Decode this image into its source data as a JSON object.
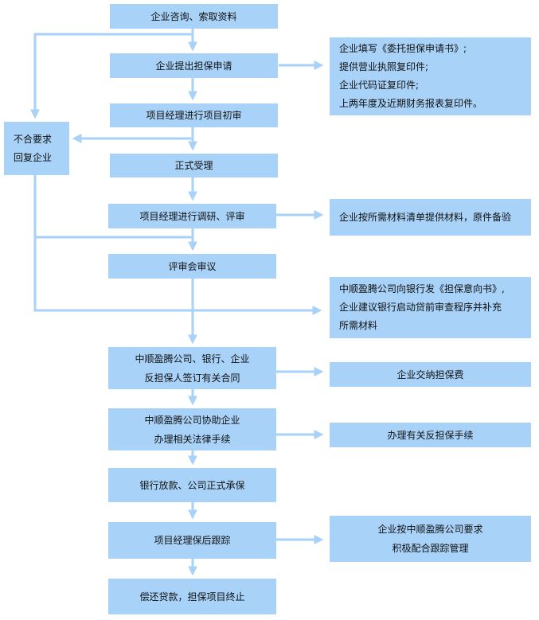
{
  "diagram": {
    "colors": {
      "box_fill": "#a8d2f8",
      "connector": "#a8d2f8",
      "text": "#111111"
    },
    "main_steps": [
      {
        "lines": [
          "企业咨询、索取资料"
        ]
      },
      {
        "lines": [
          "企业提出担保申请"
        ]
      },
      {
        "lines": [
          "项目经理进行项目初审"
        ]
      },
      {
        "lines": [
          "正式受理"
        ]
      },
      {
        "lines": [
          "项目经理进行调研、评审"
        ]
      },
      {
        "lines": [
          "评审会审议"
        ]
      },
      {
        "lines": [
          "中顺盈腾公司、银行、企业",
          "反担保人签订有关合同"
        ]
      },
      {
        "lines": [
          "中顺盈腾公司协助企业",
          "办理相关法律手续"
        ]
      },
      {
        "lines": [
          "银行放款、公司正式承保"
        ]
      },
      {
        "lines": [
          "项目经理保后跟踪"
        ]
      },
      {
        "lines": [
          "偿还贷款，担保项目终止"
        ]
      }
    ],
    "reject_box": {
      "lines": [
        "不合要求",
        "回复企业"
      ]
    },
    "side_notes": [
      {
        "lines": [
          "企业填写《委托担保申请书》;",
          "提供营业执照复印件;",
          "企业代码证复印件;",
          "上两年度及近期财务报表复印件。"
        ]
      },
      {
        "lines": [
          "企业按所需材料清单提供材料，原件备验"
        ]
      },
      {
        "lines": [
          "中顺盈腾公司向银行发《担保意向书》,",
          "企业建议银行启动贷前审查程序并补充",
          "所需材料"
        ]
      },
      {
        "lines": [
          "企业交纳担保费"
        ]
      },
      {
        "lines": [
          "办理有关反担保手续"
        ]
      },
      {
        "lines": [
          "企业按中顺盈腾公司要求",
          "积极配合跟踪管理"
        ]
      }
    ]
  }
}
